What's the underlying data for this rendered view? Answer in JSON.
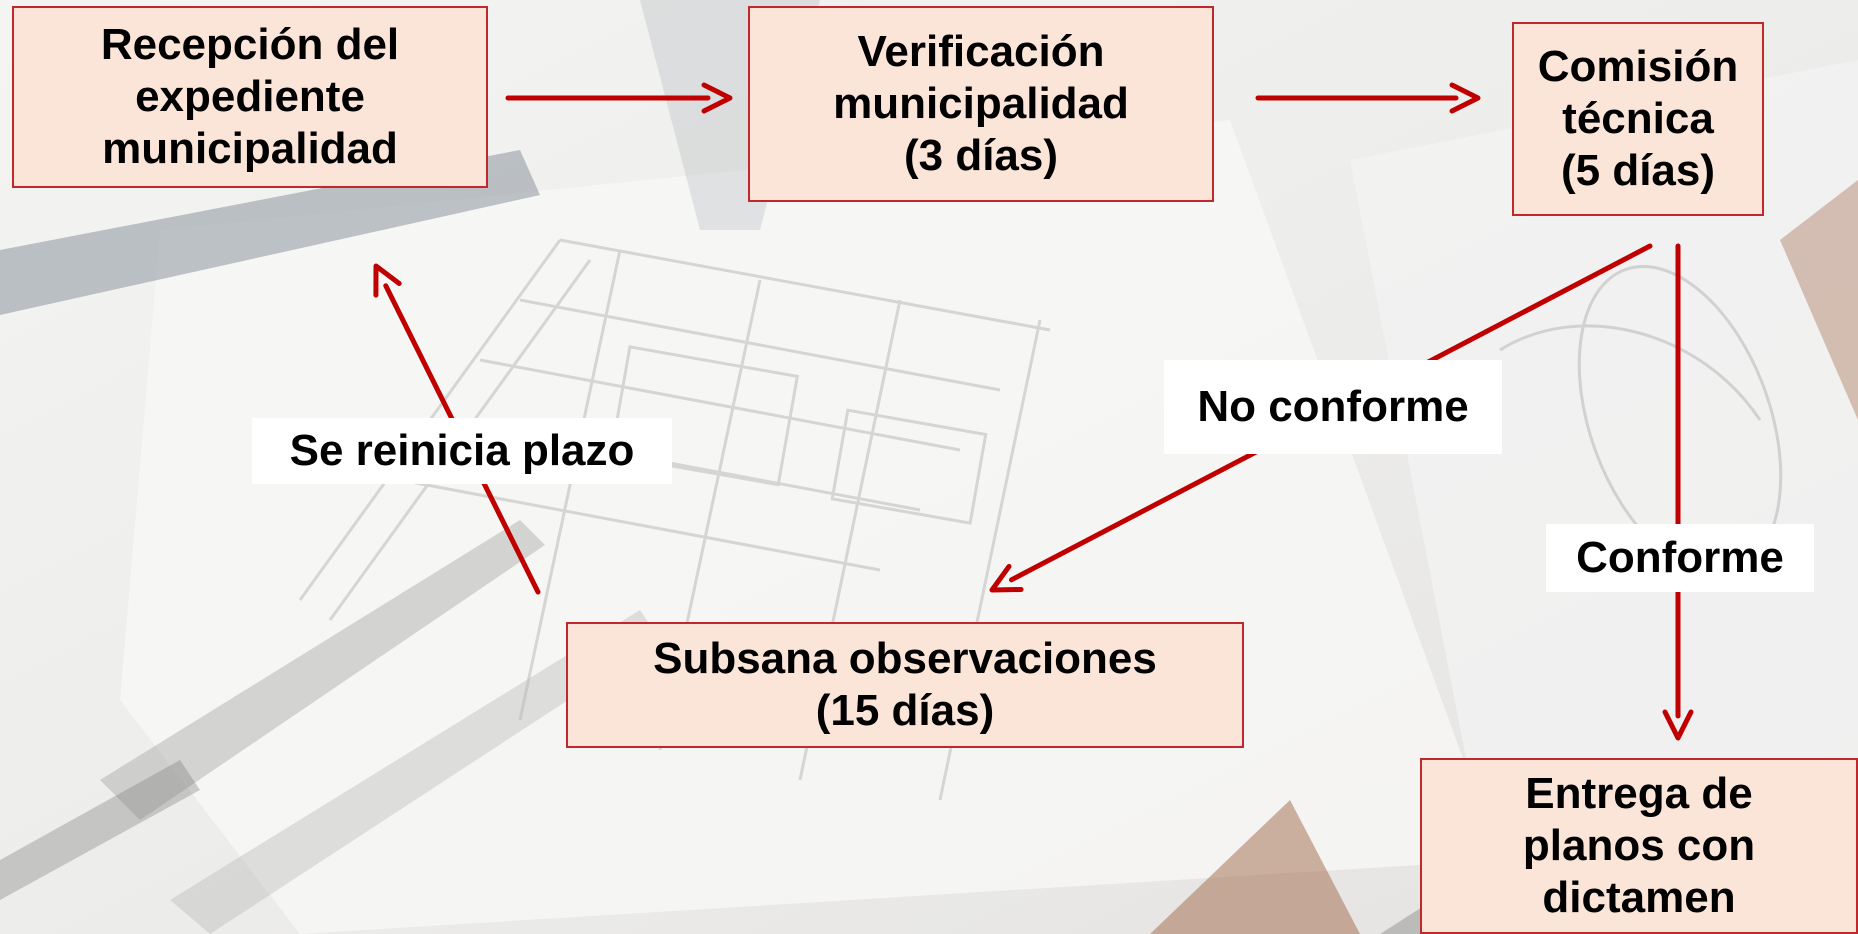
{
  "colors": {
    "box_fill": "#fbe4d8",
    "box_border": "#c0282d",
    "arrow": "#c00000",
    "label_bg": "#ffffff",
    "text": "#000000"
  },
  "nodes": {
    "recepcion": {
      "lines": [
        "Recepción del",
        "expediente",
        "municipalidad"
      ]
    },
    "verificacion": {
      "lines": [
        "Verificación",
        "municipalidad",
        "(3 días)"
      ]
    },
    "comision": {
      "lines": [
        "Comisión",
        "técnica",
        "(5 días)"
      ]
    },
    "subsana": {
      "lines": [
        "Subsana observaciones",
        "(15 días)"
      ]
    },
    "entrega": {
      "lines": [
        "Entrega de",
        "planos con",
        "dictamen"
      ]
    }
  },
  "edge_labels": {
    "no_conforme": "No conforme",
    "conforme": "Conforme",
    "reinicia": "Se reinicia plazo"
  },
  "edges": [
    {
      "from": "recepcion",
      "to": "verificacion"
    },
    {
      "from": "verificacion",
      "to": "comision"
    },
    {
      "from": "comision",
      "to": "subsana",
      "label": "no_conforme"
    },
    {
      "from": "comision",
      "to": "entrega",
      "label": "conforme"
    },
    {
      "from": "subsana",
      "to": "recepcion",
      "label": "reinicia"
    }
  ]
}
